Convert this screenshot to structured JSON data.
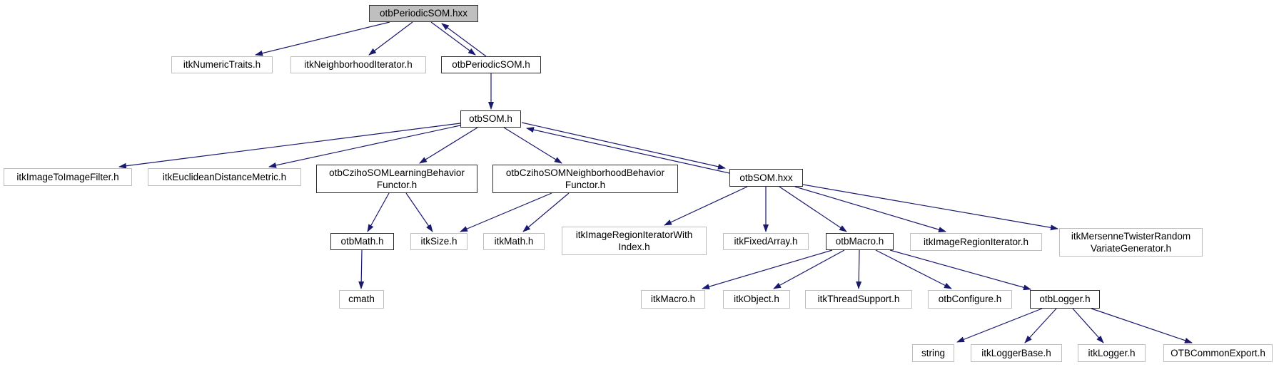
{
  "graph": {
    "kind": "include-dependency-graph",
    "colors": {
      "edge": "#191970",
      "documented_border": "#2b2b2b",
      "external_border": "#bebebe",
      "root_fill": "#bfbfbf",
      "node_fill": "#ffffff"
    },
    "nodes": {
      "otbPeriodicSOM_hxx": {
        "label": "otbPeriodicSOM.hxx"
      },
      "itkNumericTraits_h": {
        "label": "itkNumericTraits.h"
      },
      "itkNeighborhoodIterator_h": {
        "label": "itkNeighborhoodIterator.h"
      },
      "otbPeriodicSOM_h": {
        "label": "otbPeriodicSOM.h"
      },
      "otbSOM_h": {
        "label": "otbSOM.h"
      },
      "itkImageToImageFilter_h": {
        "label": "itkImageToImageFilter.h"
      },
      "itkEuclideanDistanceMetric_h": {
        "label": "itkEuclideanDistanceMetric.h"
      },
      "otbCzihoSOMLearningBehaviorFunctor_h": {
        "label": "otbCzihoSOMLearningBehavior Functor.h"
      },
      "otbCzihoSOMNeighborhoodBehaviorFunctor_h": {
        "label": "otbCzihoSOMNeighborhoodBehavior Functor.h"
      },
      "otbSOM_hxx": {
        "label": "otbSOM.hxx"
      },
      "otbMath_h": {
        "label": "otbMath.h"
      },
      "itkSize_h": {
        "label": "itkSize.h"
      },
      "itkMath_h": {
        "label": "itkMath.h"
      },
      "itkImageRegionIteratorWithIndex_h": {
        "label": "itkImageRegionIteratorWith Index.h"
      },
      "itkFixedArray_h": {
        "label": "itkFixedArray.h"
      },
      "otbMacro_h": {
        "label": "otbMacro.h"
      },
      "itkImageRegionIterator_h": {
        "label": "itkImageRegionIterator.h"
      },
      "itkMersenneTwisterRandomVariateGenerator_h": {
        "label": "itkMersenneTwisterRandom VariateGenerator.h"
      },
      "cmath": {
        "label": "cmath"
      },
      "itkMacro_h": {
        "label": "itkMacro.h"
      },
      "itkObject_h": {
        "label": "itkObject.h"
      },
      "itkThreadSupport_h": {
        "label": "itkThreadSupport.h"
      },
      "otbConfigure_h": {
        "label": "otbConfigure.h"
      },
      "otbLogger_h": {
        "label": "otbLogger.h"
      },
      "string": {
        "label": "string"
      },
      "itkLoggerBase_h": {
        "label": "itkLoggerBase.h"
      },
      "itkLogger_h": {
        "label": "itkLogger.h"
      },
      "OTBCommonExport_h": {
        "label": "OTBCommonExport.h"
      }
    },
    "edges": [
      {
        "from": "otbPeriodicSOM.hxx",
        "to": "itkNumericTraits.h"
      },
      {
        "from": "otbPeriodicSOM.hxx",
        "to": "itkNeighborhoodIterator.h"
      },
      {
        "from": "otbPeriodicSOM.hxx",
        "to": "otbPeriodicSOM.h",
        "bidirectional": true
      },
      {
        "from": "otbPeriodicSOM.h",
        "to": "otbSOM.h"
      },
      {
        "from": "otbSOM.h",
        "to": "itkImageToImageFilter.h"
      },
      {
        "from": "otbSOM.h",
        "to": "itkEuclideanDistanceMetric.h"
      },
      {
        "from": "otbSOM.h",
        "to": "otbCzihoSOMLearningBehaviorFunctor.h"
      },
      {
        "from": "otbSOM.h",
        "to": "otbCzihoSOMNeighborhoodBehaviorFunctor.h"
      },
      {
        "from": "otbSOM.h",
        "to": "otbSOM.hxx",
        "bidirectional": true
      },
      {
        "from": "otbCzihoSOMLearningBehaviorFunctor.h",
        "to": "otbMath.h"
      },
      {
        "from": "otbCzihoSOMLearningBehaviorFunctor.h",
        "to": "itkSize.h"
      },
      {
        "from": "otbCzihoSOMNeighborhoodBehaviorFunctor.h",
        "to": "itkSize.h"
      },
      {
        "from": "otbCzihoSOMNeighborhoodBehaviorFunctor.h",
        "to": "itkMath.h"
      },
      {
        "from": "otbMath.h",
        "to": "cmath"
      },
      {
        "from": "otbSOM.hxx",
        "to": "itkImageRegionIteratorWithIndex.h"
      },
      {
        "from": "otbSOM.hxx",
        "to": "itkFixedArray.h"
      },
      {
        "from": "otbSOM.hxx",
        "to": "otbMacro.h"
      },
      {
        "from": "otbSOM.hxx",
        "to": "itkImageRegionIterator.h"
      },
      {
        "from": "otbSOM.hxx",
        "to": "itkMersenneTwisterRandomVariateGenerator.h"
      },
      {
        "from": "otbMacro.h",
        "to": "itkMacro.h"
      },
      {
        "from": "otbMacro.h",
        "to": "itkObject.h"
      },
      {
        "from": "otbMacro.h",
        "to": "itkThreadSupport.h"
      },
      {
        "from": "otbMacro.h",
        "to": "otbConfigure.h"
      },
      {
        "from": "otbMacro.h",
        "to": "otbLogger.h"
      },
      {
        "from": "otbLogger.h",
        "to": "string"
      },
      {
        "from": "otbLogger.h",
        "to": "itkLoggerBase.h"
      },
      {
        "from": "otbLogger.h",
        "to": "itkLogger.h"
      },
      {
        "from": "otbLogger.h",
        "to": "OTBCommonExport.h"
      }
    ]
  }
}
